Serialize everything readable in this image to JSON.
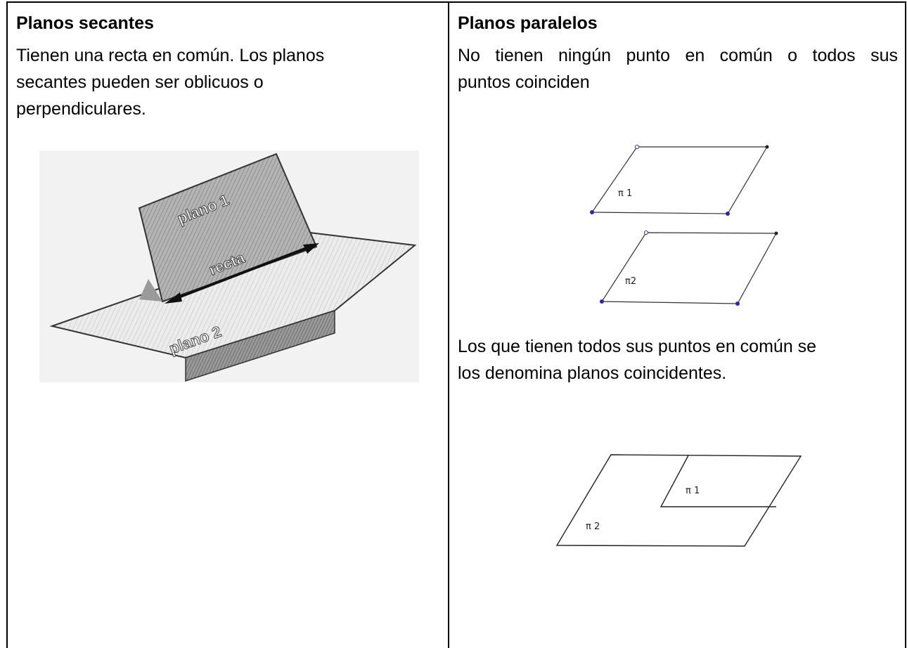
{
  "left": {
    "heading": "Planos secantes",
    "lines": [
      "Tienen una recta en común. Los planos",
      "secantes pueden ser oblicuos o",
      "perpendiculares."
    ],
    "figure_labels": {
      "plane1": "plano 1",
      "line": "recta",
      "plane2": "plano 2"
    }
  },
  "right": {
    "heading": "Planos paralelos",
    "lines": [
      "No tienen ningún punto en común o todos sus",
      "puntos coinciden"
    ],
    "figure1_labels": {
      "pi1": "π 1",
      "pi2": "π2"
    },
    "lines2": [
      "Los que tienen todos sus puntos en común se",
      "los denomina planos coincidentes."
    ],
    "figure2_labels": {
      "pi1": "π 1",
      "pi2": "π 2"
    }
  }
}
